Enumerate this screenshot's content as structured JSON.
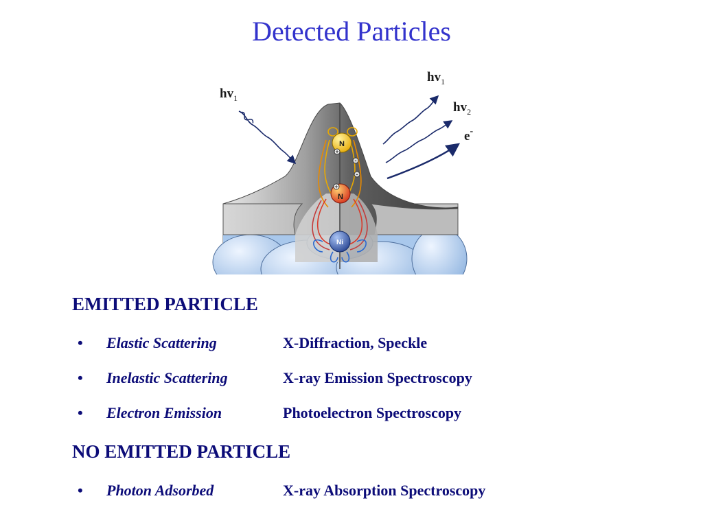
{
  "slide": {
    "title": "Detected Particles"
  },
  "figure": {
    "incoming_photon": {
      "base": "hv",
      "sub": "1"
    },
    "elastic_photon": {
      "base": "hv",
      "sub": "1"
    },
    "inelastic_photon": {
      "base": "hv",
      "sub": "2"
    },
    "electron": {
      "base": "e",
      "sup": "-"
    },
    "atom_top": "N",
    "atom_mid": "N",
    "atom_bottom": "Ni",
    "colors": {
      "arrow": "#1a2a6a",
      "top_atom": "#f5c518",
      "mid_atom": "#e84a2a",
      "bottom_atom": "#3a5bb0",
      "substrate": "#a9c8ec"
    }
  },
  "sections": [
    {
      "heading": "EMITTED PARTICLE",
      "items": [
        {
          "bullet": "•",
          "method": "Elastic Scattering",
          "technique": "X-Diffraction, Speckle"
        },
        {
          "bullet": "•",
          "method": "Inelastic Scattering",
          "technique": "X-ray Emission Spectroscopy"
        },
        {
          "bullet": "•",
          "method": "Electron Emission",
          "technique": "Photoelectron Spectroscopy"
        }
      ]
    },
    {
      "heading": "NO EMITTED PARTICLE",
      "items": [
        {
          "bullet": "•",
          "method": "Photon Adsorbed",
          "technique": "X-ray Absorption Spectroscopy"
        }
      ]
    }
  ]
}
